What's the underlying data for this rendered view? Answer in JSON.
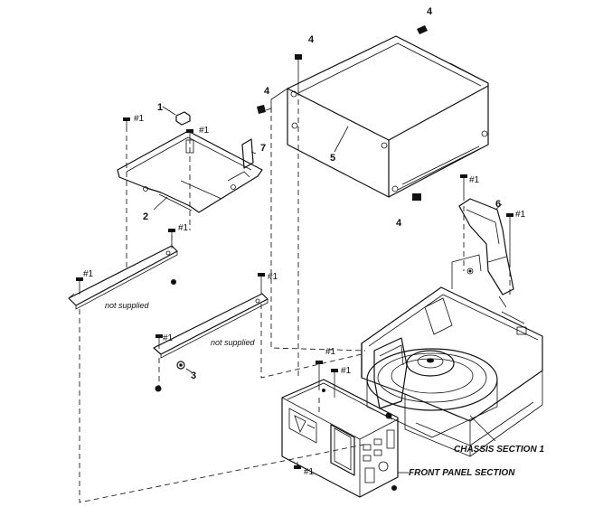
{
  "callouts": {
    "c1": "1",
    "c2": "2",
    "c3": "3",
    "c4a": "4",
    "c4b": "4",
    "c4c": "4",
    "c4d": "4",
    "c5": "5",
    "c6": "6",
    "c7": "7"
  },
  "screw_ref": "#1",
  "notes": {
    "not_supplied": "not supplied"
  },
  "sections": {
    "chassis": "CHASSIS SECTION 1",
    "front_panel": "FRONT PANEL SECTION"
  }
}
